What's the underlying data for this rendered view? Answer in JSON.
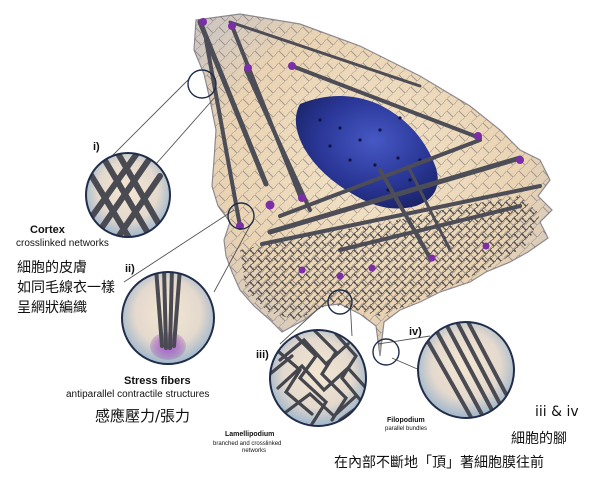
{
  "markers": {
    "i": "i)",
    "ii": "ii)",
    "iii": "iii)",
    "iv": "iv)"
  },
  "cortex": {
    "title": "Cortex",
    "subtitle": "crosslinked networks",
    "zh_line1": "細胞的皮膚",
    "zh_line2": "如同毛線衣一樣",
    "zh_line3": "呈網狀編織"
  },
  "stress_fibers": {
    "title": "Stress fibers",
    "subtitle": "antiparallel contractile structures",
    "zh": "感應壓力/張力"
  },
  "lamellipodium": {
    "title": "Lamellipodium",
    "subtitle_line1": "branched and crosslinked",
    "subtitle_line2": "networks"
  },
  "filopodium": {
    "title": "Filopodium",
    "subtitle": "parallel bundles"
  },
  "feet_note": {
    "line1": "iii & iv",
    "line2": "細胞的腳",
    "line3": "在內部不斷地「頂」著細胞膜往前"
  },
  "colors": {
    "cell_body": "#ecd9bd",
    "nucleus": "#2b3aa0",
    "actin": "#4a4a52",
    "myosin": "#7b2ea8",
    "lens_bg": "#d7e2ec"
  }
}
